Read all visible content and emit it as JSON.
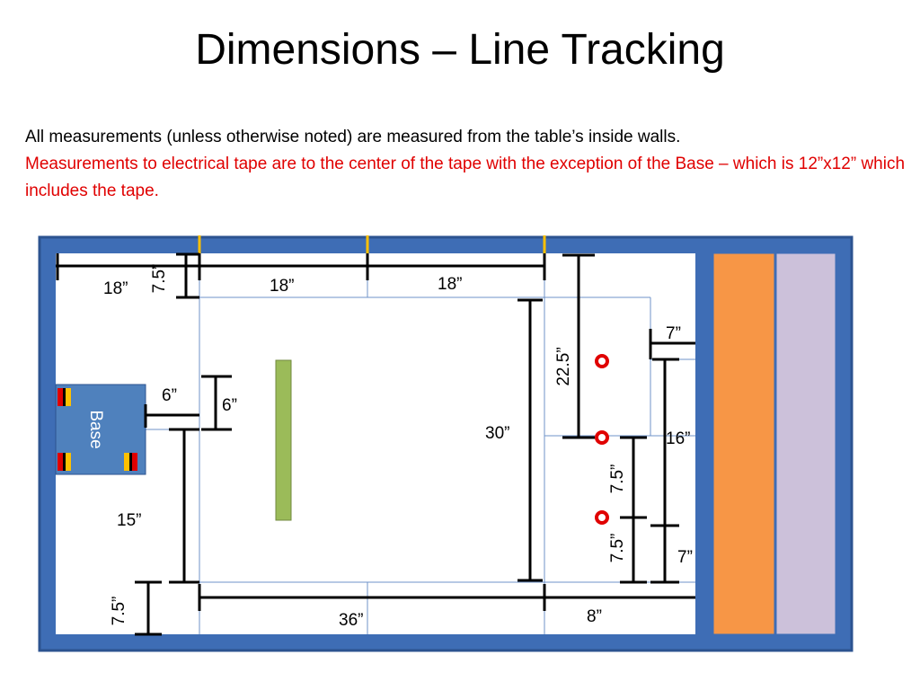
{
  "slide": {
    "title": "Dimensions – Line Tracking",
    "description_line1": "All measurements (unless otherwise noted) are measured from the table’s inside walls.",
    "description_red": "Measurements to electrical tape are to the center of the tape with the exception of the Base – which is 12”x12” which includes the tape."
  },
  "diagram": {
    "base_label": "Base",
    "labels": {
      "top_left_18": "18”",
      "top_7_5": "7.5”",
      "top_mid_18": "18”",
      "top_right_18": "18”",
      "right_7": "7”",
      "right_22_5": "22.5”",
      "base_6_h": "6”",
      "base_6_v": "6”",
      "center_30": "30”",
      "right_16": "16”",
      "right_7_5_upper": "7.5”",
      "left_15": "15”",
      "right_7_5_lower": "7.5”",
      "right_7_lower": "7”",
      "bottom_7_5": "7.5”",
      "bottom_36": "36”",
      "bottom_8": "8”"
    }
  },
  "colors": {
    "frame": "#3e6db5",
    "frame_border": "#2c5390",
    "orange": "#f79646",
    "lavender": "#ccc1da",
    "green": "#9bbb59",
    "marker": "#e00000",
    "tape": "#ffc000"
  }
}
